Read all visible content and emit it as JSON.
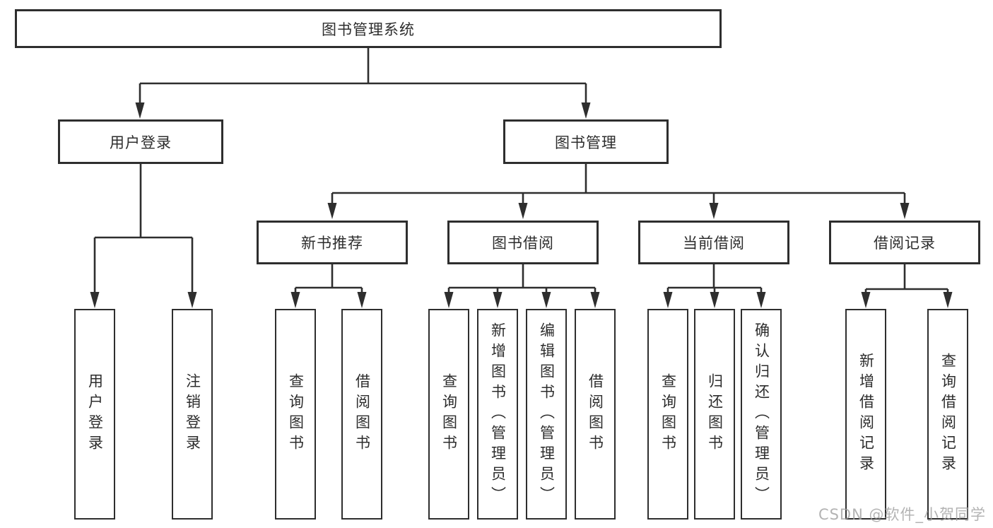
{
  "tree": {
    "root": "图书管理系统",
    "branches": [
      {
        "label": "用户登录",
        "children": [
          "用户登录",
          "注销登录"
        ]
      },
      {
        "label": "图书管理",
        "groups": [
          {
            "label": "新书推荐",
            "children": [
              "查询图书",
              "借阅图书"
            ]
          },
          {
            "label": "图书借阅",
            "children": [
              "查询图书",
              "新增图书（管理员）",
              "编辑图书（管理员）",
              "借阅图书"
            ]
          },
          {
            "label": "当前借阅",
            "children": [
              "查询图书",
              "归还图书",
              "确认归还（管理员）"
            ]
          },
          {
            "label": "借阅记录",
            "children": [
              "新增借阅记录",
              "查询借阅记录"
            ]
          }
        ]
      }
    ]
  },
  "watermark": "CSDN @软件_小贺同学",
  "colors": {
    "line": "#2e2e2e",
    "box_border": "#2e2e2e",
    "text": "#2d2d2d",
    "watermark": "#a0a0a0",
    "background": "#ffffff"
  }
}
